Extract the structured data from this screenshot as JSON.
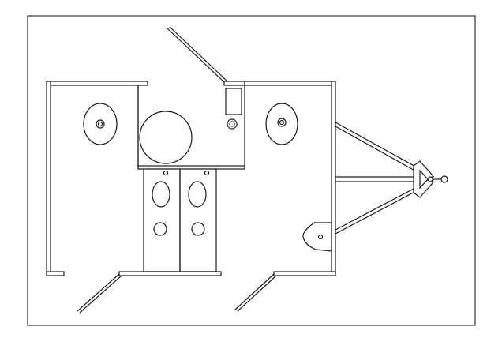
{
  "colors": {
    "background": "#ffffff",
    "stroke": "#1a1a1a",
    "frame": "#333333"
  },
  "fixtures": {
    "toilets": 2,
    "urinals": 2,
    "sinks": 3,
    "doors": 3
  }
}
